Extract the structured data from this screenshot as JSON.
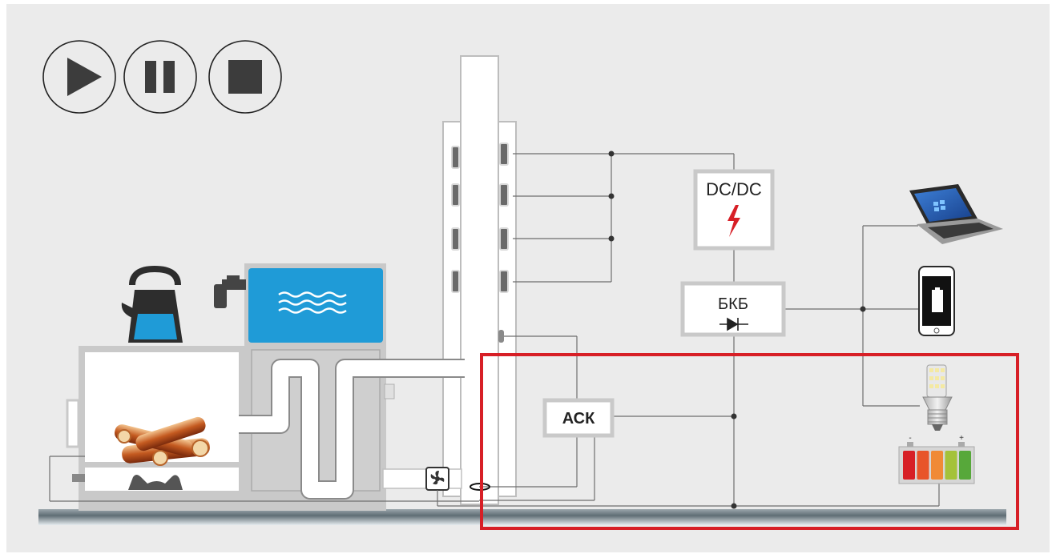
{
  "controls": {
    "play": "play-icon",
    "pause": "pause-icon",
    "stop": "stop-icon"
  },
  "labels": {
    "dcdc": "DC/DC",
    "bkb": "БКБ",
    "ask": "АСК"
  },
  "devices": [
    "laptop-icon",
    "phone-icon",
    "led-bulb-icon",
    "battery-icon"
  ],
  "battery_indicator": {
    "minus": "-",
    "plus": "+",
    "cell_colors": [
      "#d71f26",
      "#e8542a",
      "#f08a36",
      "#a4c23a",
      "#57a83a"
    ]
  },
  "colors": {
    "background": "#ebebeb",
    "water": "#1f9bd7",
    "highlight_frame": "#d71f26",
    "wire": "#555555",
    "boiler_body": "#c9c9c9"
  }
}
